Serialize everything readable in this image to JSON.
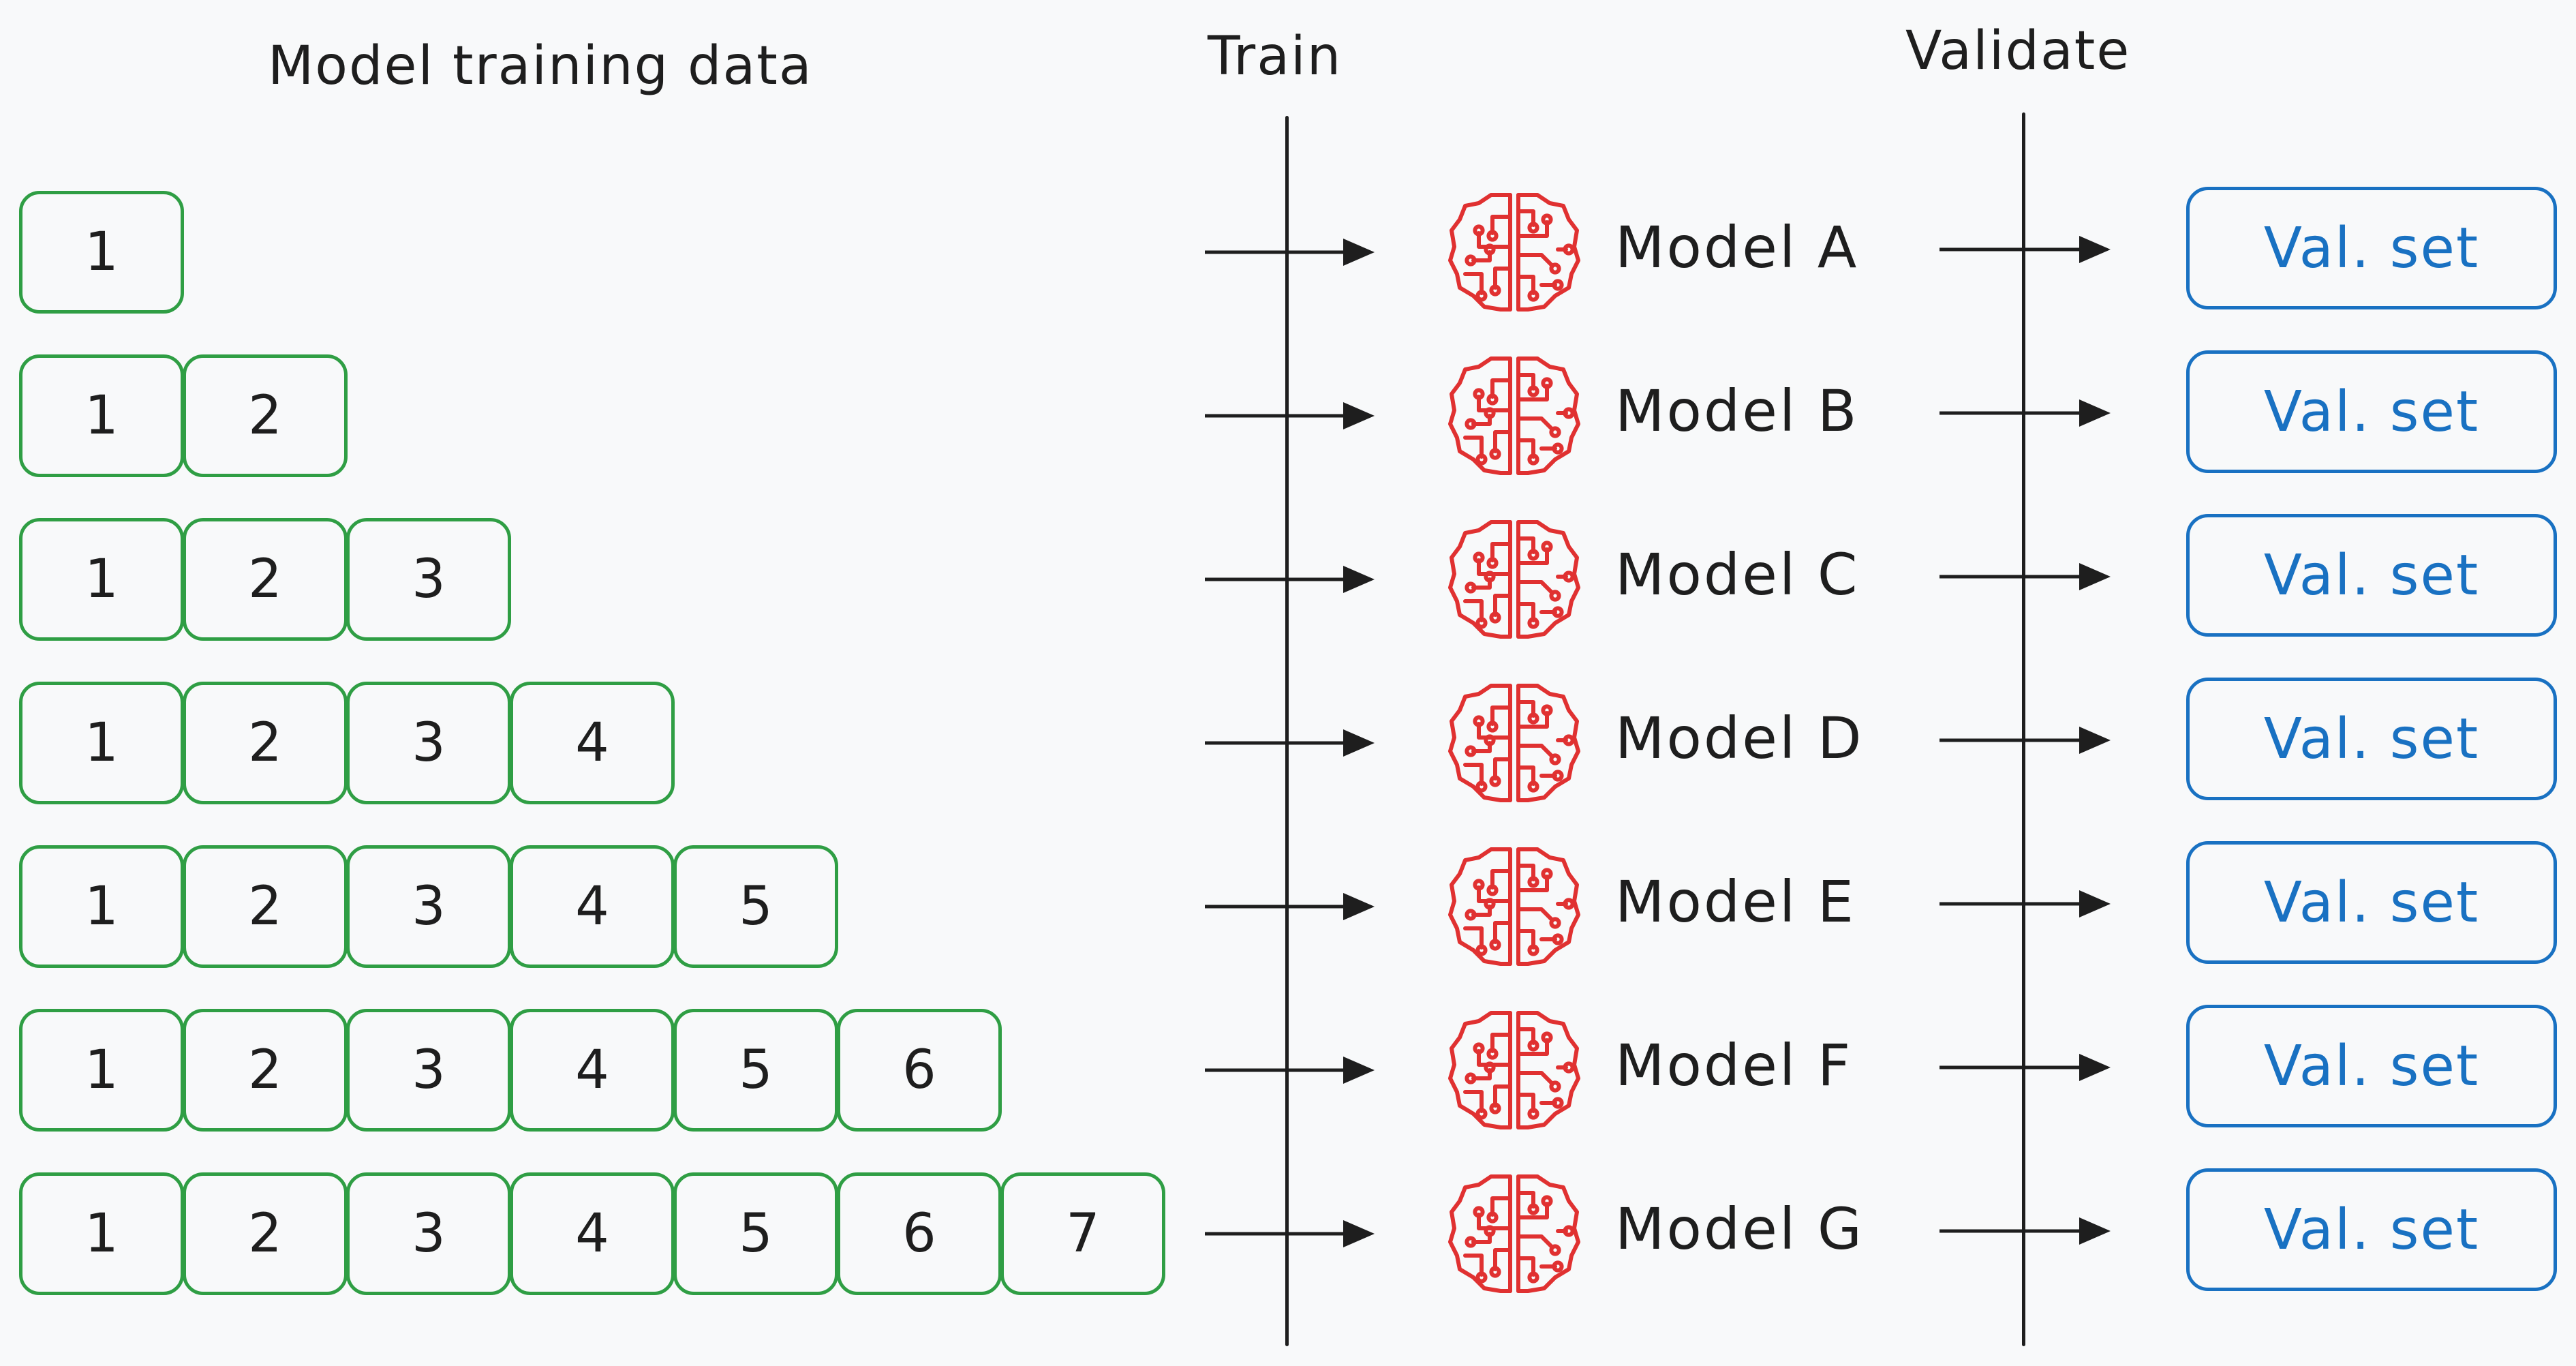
{
  "headings": {
    "training_data": "Model training data",
    "train": "Train",
    "validate": "Validate"
  },
  "colors": {
    "block_border": "#2f9e44",
    "val_border": "#1971c2",
    "brain": "#e03131",
    "line": "#1e1e1e"
  },
  "icons": {
    "model_icon": "brain-circuit-icon"
  },
  "rows": [
    {
      "blocks": [
        "1"
      ],
      "model": "Model A",
      "val": "Val. set"
    },
    {
      "blocks": [
        "1",
        "2"
      ],
      "model": "Model B",
      "val": "Val. set"
    },
    {
      "blocks": [
        "1",
        "2",
        "3"
      ],
      "model": "Model C",
      "val": "Val. set"
    },
    {
      "blocks": [
        "1",
        "2",
        "3",
        "4"
      ],
      "model": "Model D",
      "val": "Val. set"
    },
    {
      "blocks": [
        "1",
        "2",
        "3",
        "4",
        "5"
      ],
      "model": "Model E",
      "val": "Val. set"
    },
    {
      "blocks": [
        "1",
        "2",
        "3",
        "4",
        "5",
        "6"
      ],
      "model": "Model F",
      "val": "Val. set"
    },
    {
      "blocks": [
        "1",
        "2",
        "3",
        "4",
        "5",
        "6",
        "7"
      ],
      "model": "Model G",
      "val": "Val. set"
    }
  ]
}
